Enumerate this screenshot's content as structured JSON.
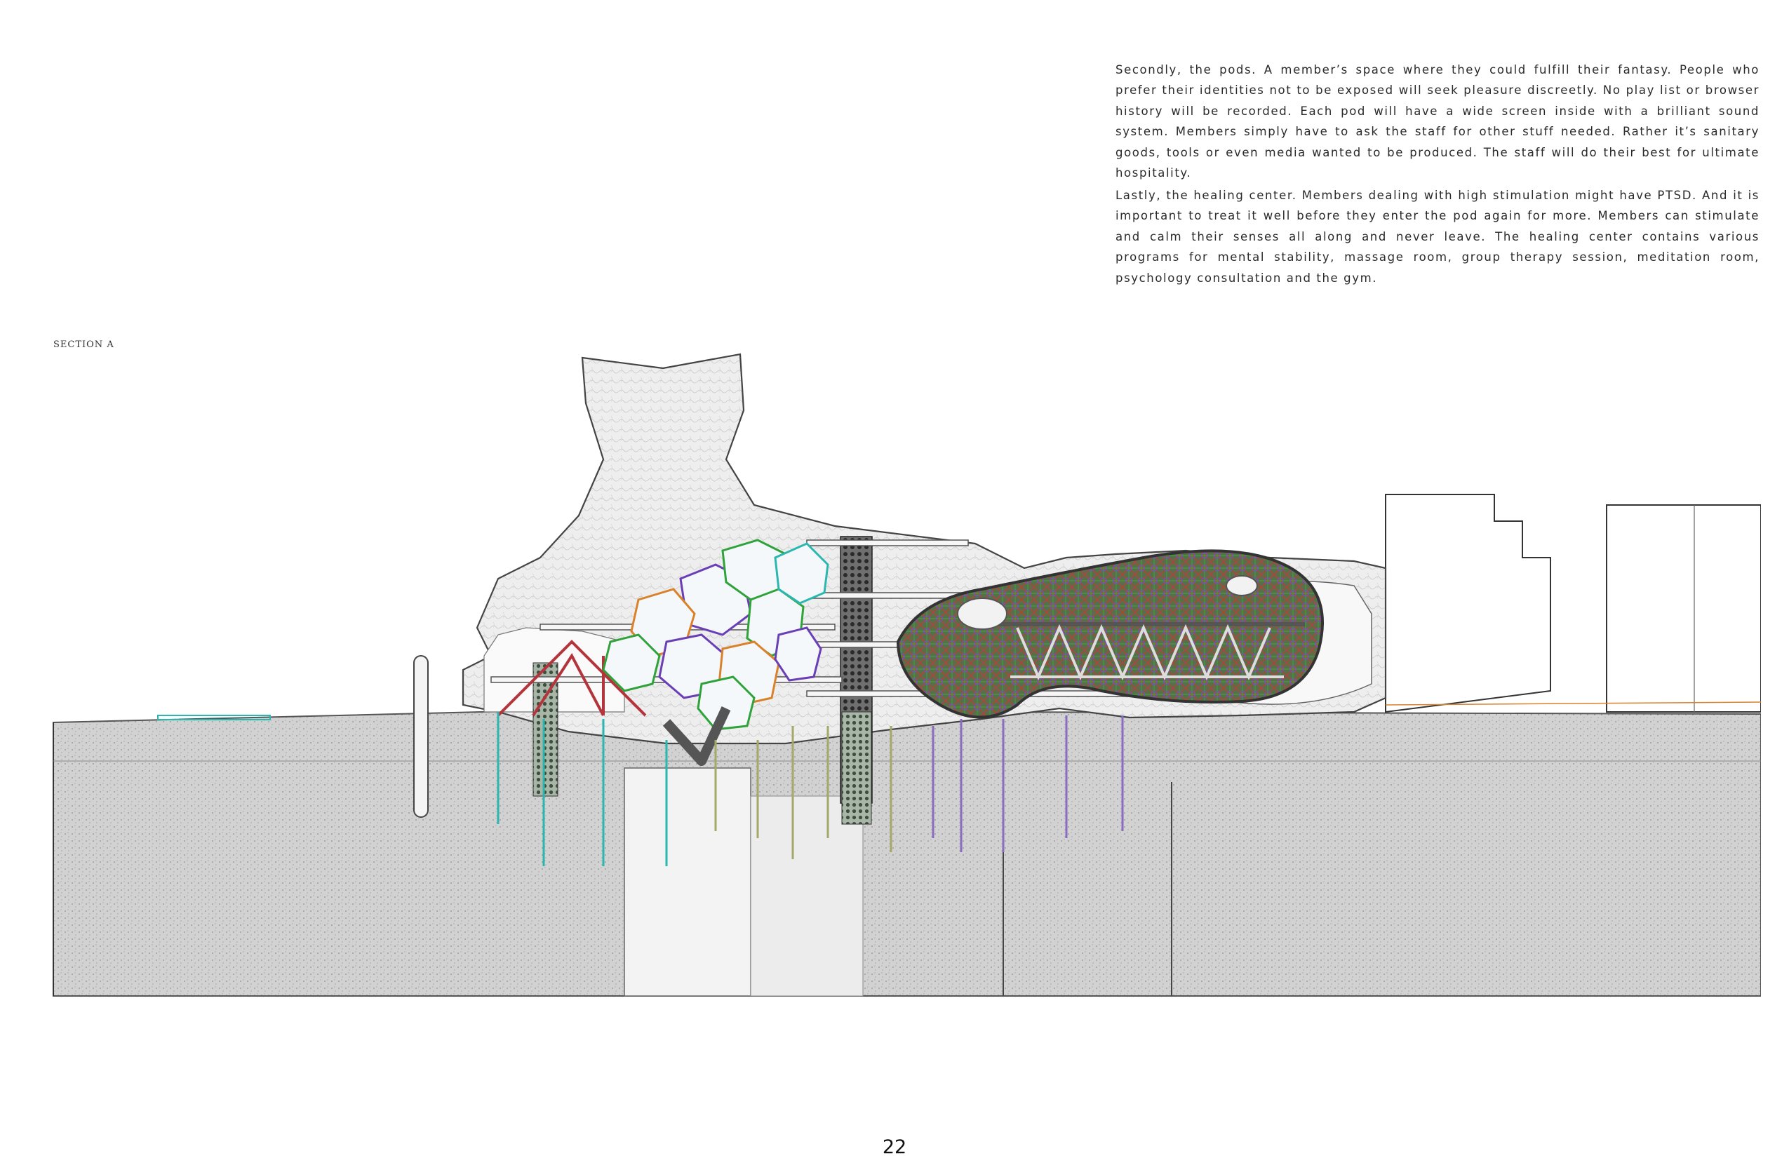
{
  "body": {
    "paragraph_1": "Secondly, the pods. A member’s space where they could fulfill their fantasy. People who prefer their identities not to be exposed will seek pleasure discreetly. No play list or browser history will be recorded. Each pod will have a wide screen inside with a brilliant sound system. Members simply have to ask the staff for other stuff needed. Rather it’s sanitary goods, tools or even media wanted to be produced. The staff will do their best for ultimate hospitality.",
    "paragraph_2": "Lastly, the healing center. Members dealing with high stimulation might have PTSD. And it is important to treat it well before they enter the pod again for more. Members can stimulate and calm their senses all along and never leave. The healing center contains various programs for mental stability, massage room, group therapy session, meditation room, psychology consultation and the gym."
  },
  "drawing": {
    "label": "SECTION A"
  },
  "footer": {
    "page_number": "22"
  },
  "colors": {
    "pod_green": "#2fa33a",
    "pod_purple": "#6a3fb5",
    "pod_orange": "#d9822b",
    "truss_red": "#b4343c",
    "column_teal": "#2bb7b0",
    "column_olive": "#a6a86a",
    "column_violet": "#8a6cc0",
    "ground_grey": "#cfcfcf",
    "shell_grey": "#e9e9e9"
  }
}
